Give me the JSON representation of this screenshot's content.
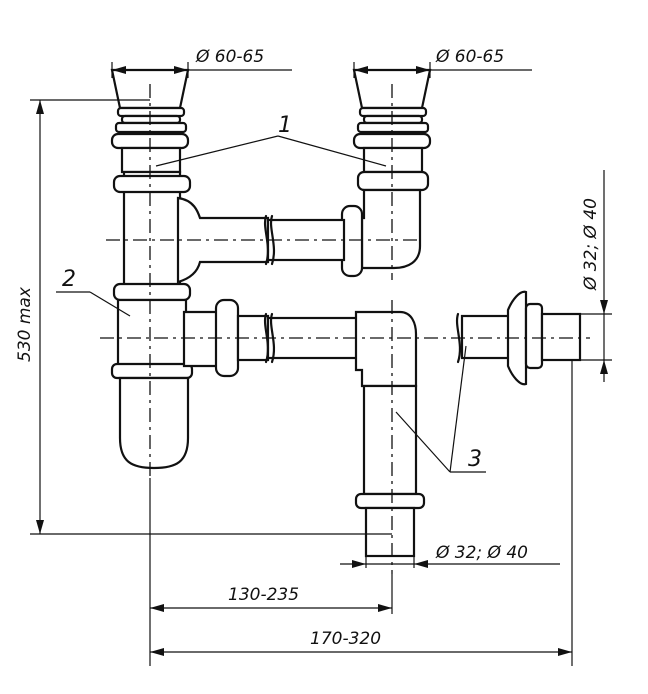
{
  "labels": {
    "dia_left": "Ø 60-65",
    "dia_right": "Ø 60-65",
    "dia_outlet_right": "Ø 32; Ø 40",
    "dia_outlet_bottom": "Ø 32; Ø 40",
    "height_max": "530 max",
    "width_inner": "130-235",
    "width_outer": "170-320"
  },
  "callouts": {
    "part_1": "1",
    "part_2": "2",
    "part_3": "3"
  }
}
